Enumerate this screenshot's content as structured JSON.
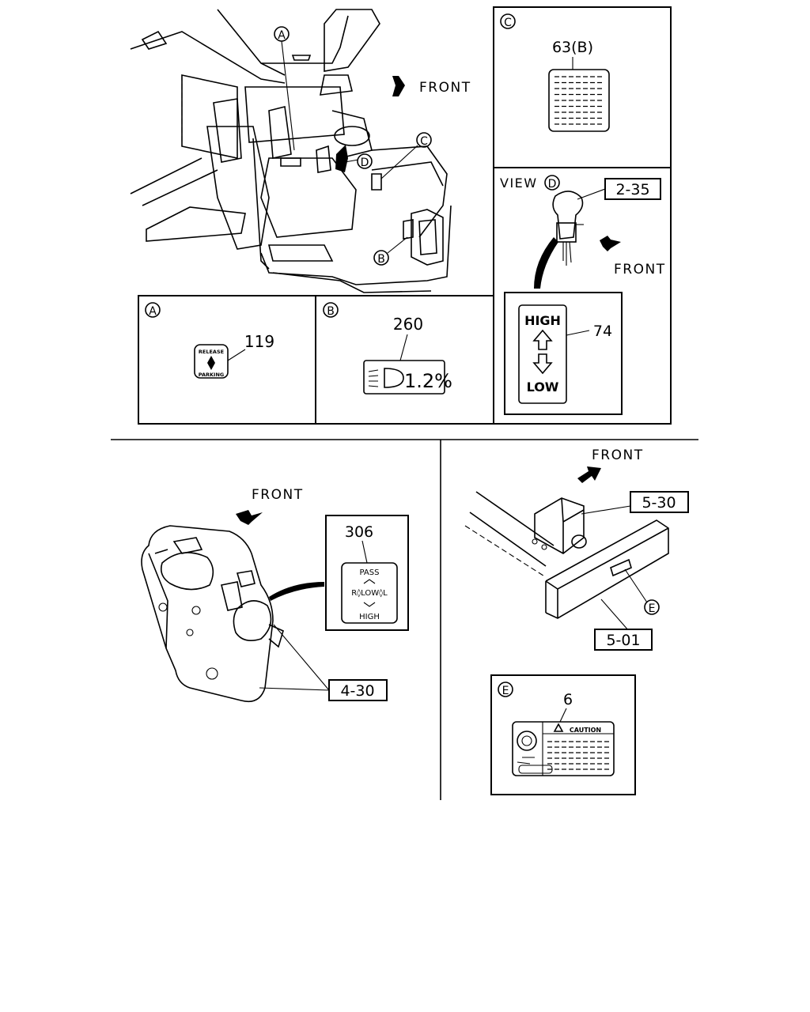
{
  "letters": {
    "a": "A",
    "b": "B",
    "c": "C",
    "d": "D",
    "e": "E"
  },
  "front": "FRONT",
  "view": "VIEW",
  "parts": {
    "p63": "63(B)",
    "p235": "2-35",
    "p74": "74",
    "p119": "119",
    "p260": "260",
    "p306": "306",
    "p430": "4-30",
    "p530": "5-30",
    "p501": "5-01",
    "p6": "6"
  },
  "labels": {
    "high": "HIGH",
    "low": "LOW",
    "release": "RELEASE",
    "parking": "PARKING",
    "headlamp_pct": "1.2%",
    "pass": "PASS",
    "pass_high": "HIGH",
    "lowrow": "R◊LOW◊L",
    "caution": "CAUTION"
  }
}
